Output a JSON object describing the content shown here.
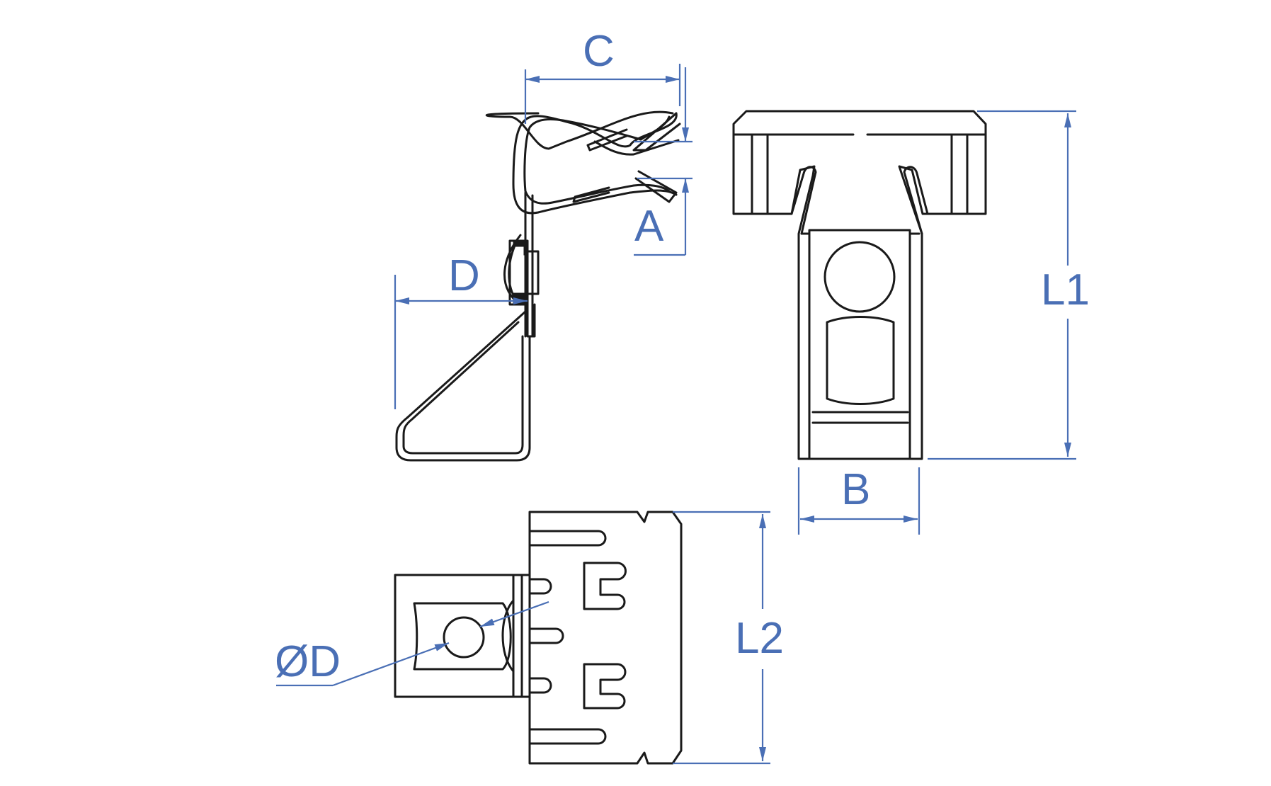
{
  "dimensions": {
    "C": "C",
    "A": "A",
    "D": "D",
    "L1": "L1",
    "B": "B",
    "L2": "L2",
    "OD": "ØD"
  },
  "colors": {
    "dimension": "#4a6fb5",
    "outline": "#1a1a1a",
    "background": "#ffffff"
  }
}
